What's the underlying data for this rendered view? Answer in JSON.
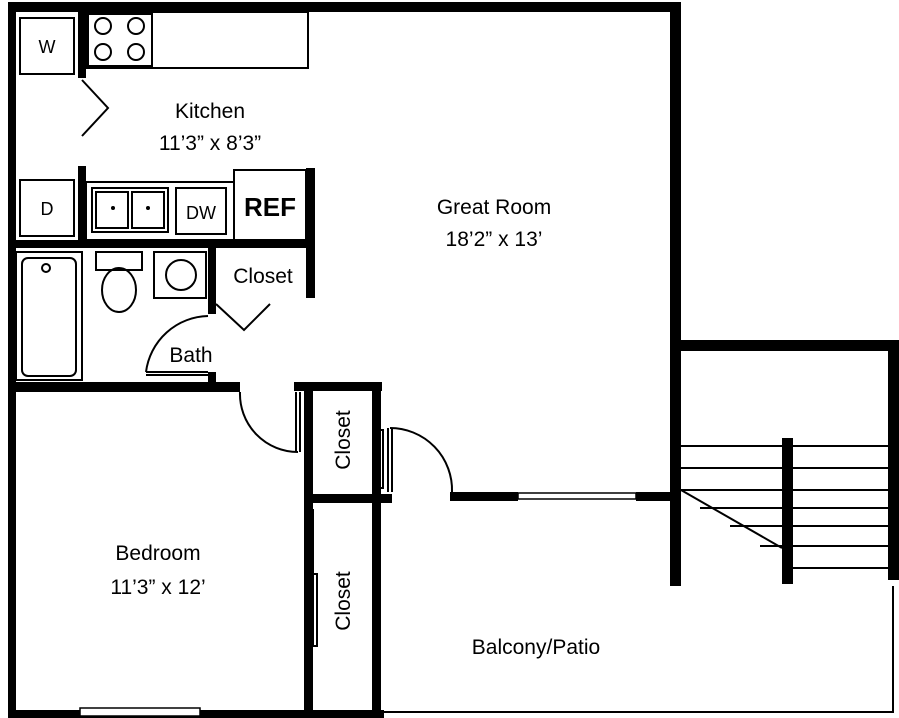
{
  "rooms": {
    "kitchen": {
      "name": "Kitchen",
      "size": "11’3” x 8’3”"
    },
    "great_room": {
      "name": "Great Room",
      "size": "18’2” x 13’"
    },
    "bedroom": {
      "name": "Bedroom",
      "size": "11’3” x 12’"
    },
    "bath": {
      "name": "Bath"
    },
    "kitchen_closet": {
      "name": "Closet"
    },
    "hall_closet": {
      "name": "Closet"
    },
    "bedroom_closet": {
      "name": "Closet"
    },
    "balcony": {
      "name": "Balcony/Patio"
    }
  },
  "appliances": {
    "washer": "W",
    "dryer": "D",
    "dishwasher": "DW",
    "refrigerator": "REF"
  }
}
